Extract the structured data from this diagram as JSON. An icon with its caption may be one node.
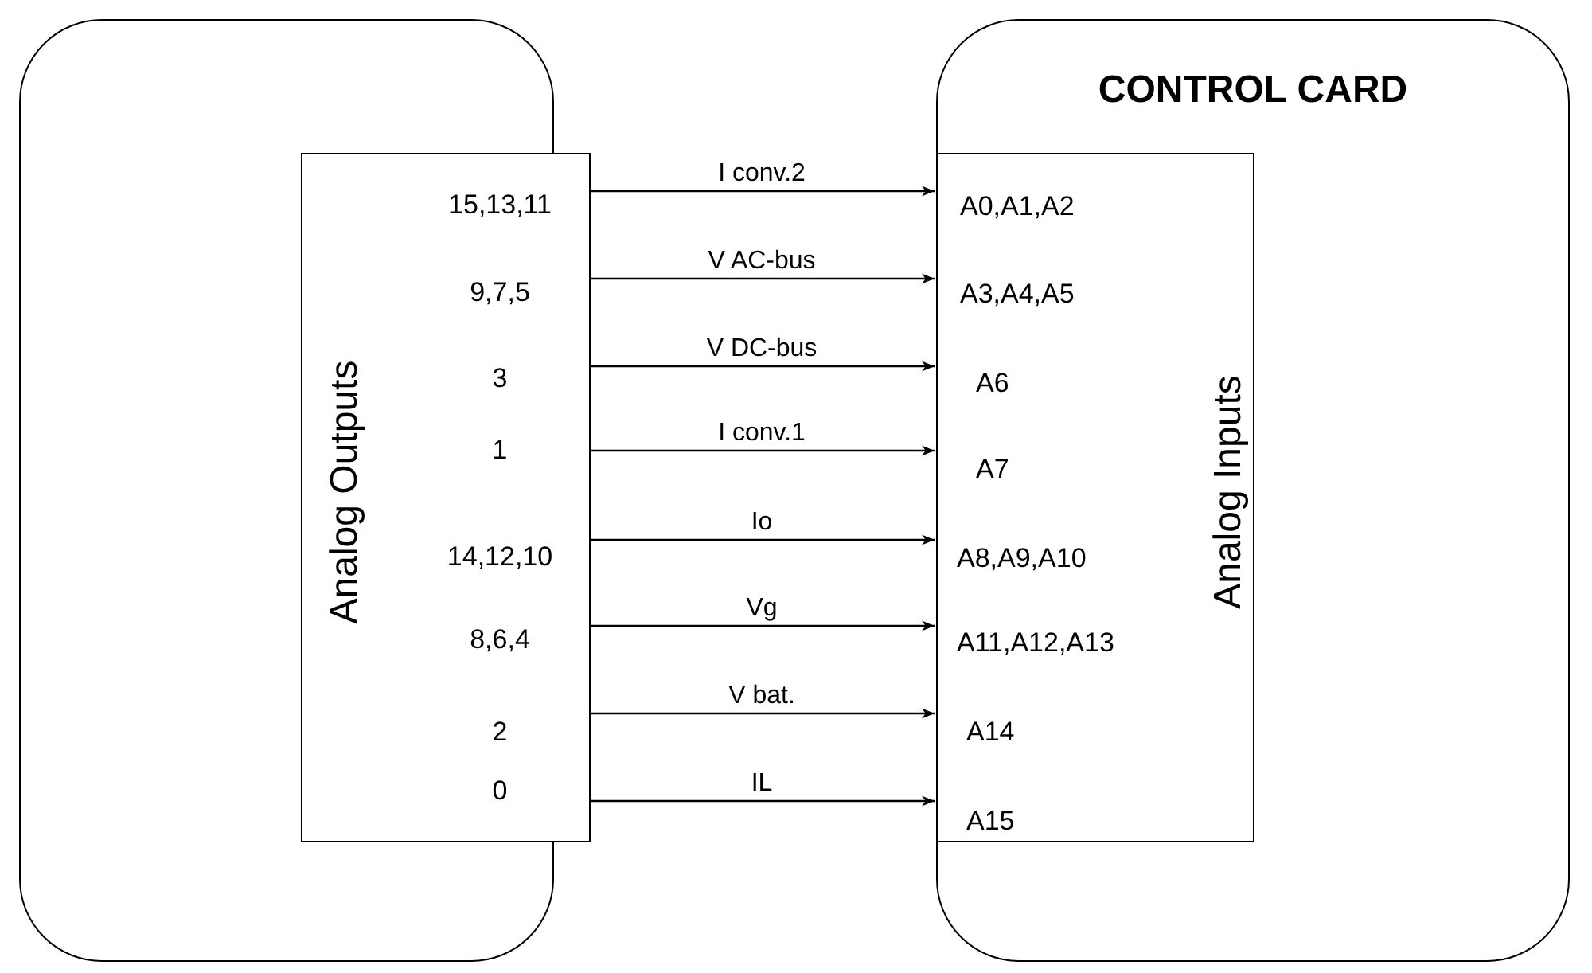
{
  "diagram": {
    "nodes": [
      {
        "text": [],
        "shape": "box"
      },
      {
        "text": [
          "Analog Outputs",
          "15,13,11",
          "9,7,5",
          "3",
          "1",
          "14,12,10",
          "8,6,4",
          "2",
          "0"
        ],
        "in": 0
      },
      {
        "text": [
          "CONTROL CARD"
        ]
      },
      {
        "text": [
          "Analog Inputs",
          "A0,A1,A2",
          "A3,A4,A5",
          "A6",
          "A7",
          "A8,A9,A10",
          "A11,A12,A13",
          "A14",
          "A15"
        ],
        "in": 2
      }
    ],
    "edges": [
      {
        "from": 1,
        "to": 3,
        "arrow": "to",
        "label": "I conv.2"
      },
      {
        "from": 1,
        "to": 3,
        "arrow": "to",
        "label": "V AC-bus"
      },
      {
        "from": 1,
        "to": 3,
        "arrow": "to",
        "label": "V DC-bus"
      },
      {
        "from": 1,
        "to": 3,
        "arrow": "to",
        "label": "I conv.1"
      },
      {
        "from": 1,
        "to": 3,
        "arrow": "to",
        "label": "Io"
      },
      {
        "from": 1,
        "to": 3,
        "arrow": "to",
        "label": "Vg"
      },
      {
        "from": 1,
        "to": 3,
        "arrow": "to",
        "label": "V bat."
      },
      {
        "from": 1,
        "to": 3,
        "arrow": "to",
        "label": "IL"
      }
    ]
  }
}
